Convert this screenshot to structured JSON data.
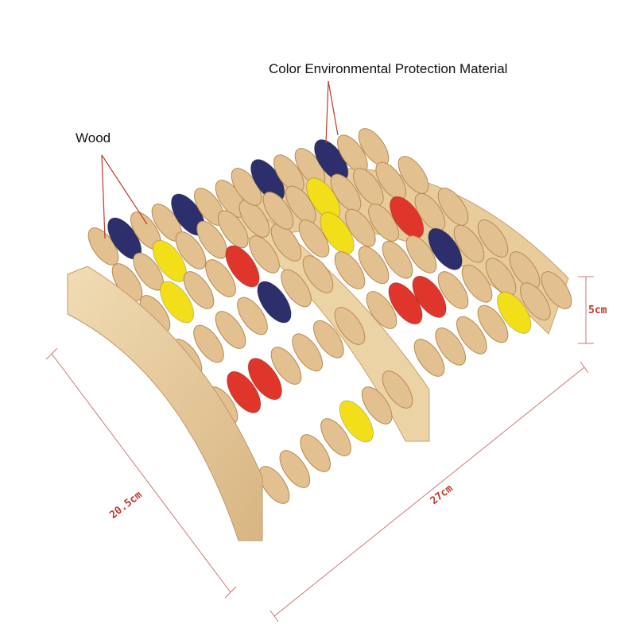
{
  "labels": {
    "material": "Color Environmental Protection Material",
    "wood": "Wood"
  },
  "dimensions": {
    "height": "5cm",
    "depth": "20.5cm",
    "width": "27cm"
  },
  "colors": {
    "wood": "#e2c08f",
    "wood_dark": "#b98a52",
    "red": "#e0352b",
    "navy": "#2c2f6b",
    "green": "#1faa5a",
    "yellow": "#f2df1a",
    "annotation": "#c0392b"
  }
}
